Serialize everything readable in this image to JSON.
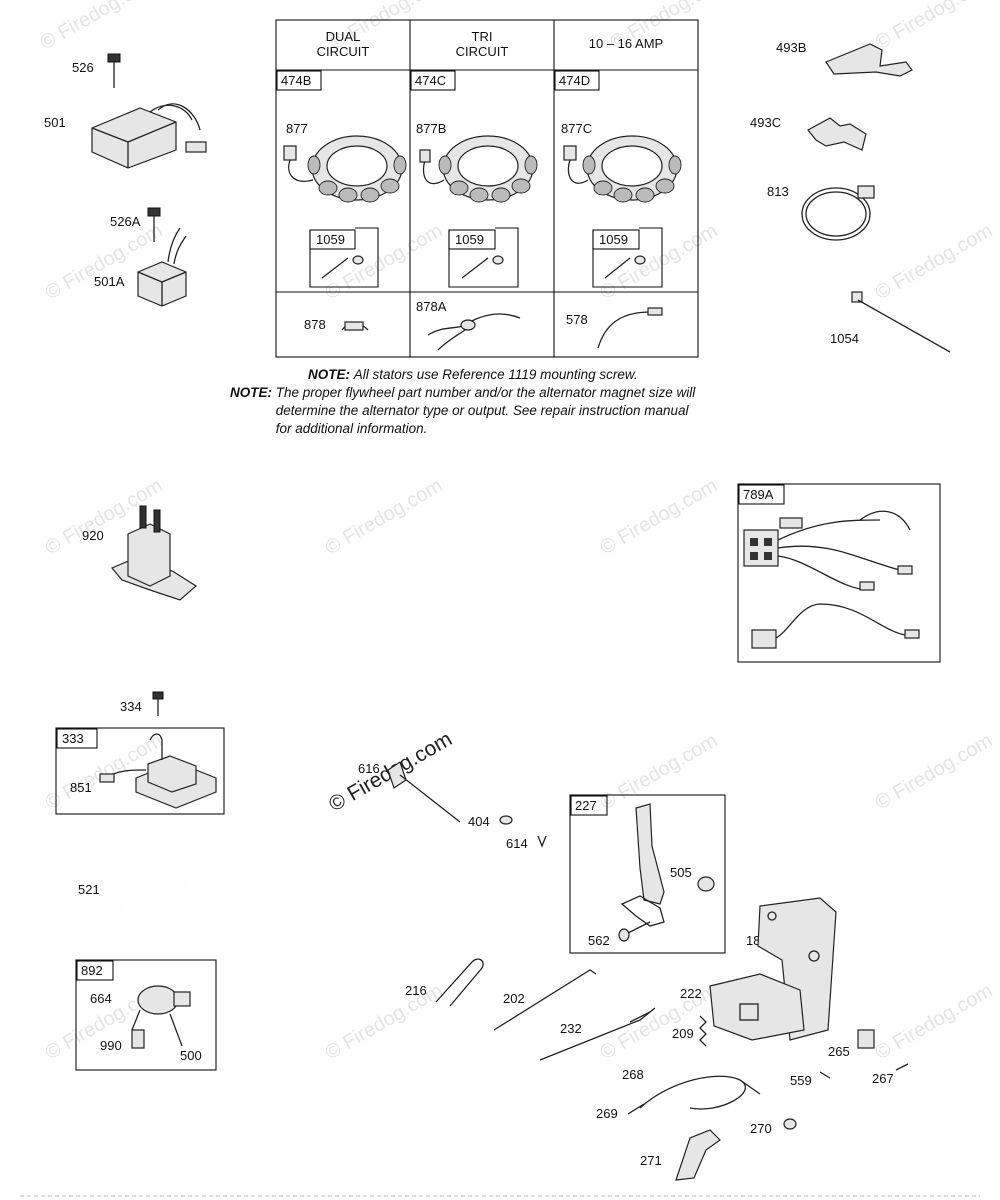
{
  "stator_table": {
    "col1": {
      "line1": "DUAL",
      "line2": "CIRCUIT",
      "ref": "474B",
      "stator": "877",
      "hardware": "1059",
      "wire": "878"
    },
    "col2": {
      "line1": "TRI",
      "line2": "CIRCUIT",
      "ref": "474C",
      "stator": "877B",
      "hardware": "1059",
      "wire": "878A"
    },
    "col3": {
      "line1": "10 – 16 AMP",
      "ref": "474D",
      "stator": "877C",
      "hardware": "1059",
      "wire": "578"
    }
  },
  "notes": {
    "key": "NOTE:",
    "note1": "All stators use Reference  1119 mounting screw.",
    "note2_line1": "The proper flywheel part number and/or the alternator magnet size will",
    "note2_line2": "determine the alternator type or output. See repair instruction manual",
    "note2_line3": "for additional information."
  },
  "labels": {
    "p526": "526",
    "p501": "501",
    "p526A": "526A",
    "p501A": "501A",
    "p493B": "493B",
    "p493C": "493C",
    "p813": "813",
    "p1054": "1054",
    "p920": "920",
    "p789A": "789A",
    "p334": "334",
    "p333": "333",
    "p851": "851",
    "p521": "521",
    "p892": "892",
    "p664": "664",
    "p990": "990",
    "p500": "500",
    "p616": "616",
    "p404": "404",
    "p614": "614",
    "p227": "227",
    "p505": "505",
    "p562": "562",
    "p188": "188",
    "p222": "222",
    "p209": "209",
    "p216": "216",
    "p202": "202",
    "p232": "232",
    "p265": "265",
    "p267": "267",
    "p559": "559",
    "p268": "268",
    "p269": "269",
    "p270": "270",
    "p271": "271"
  },
  "watermark": {
    "text": "© Firedog.com"
  }
}
